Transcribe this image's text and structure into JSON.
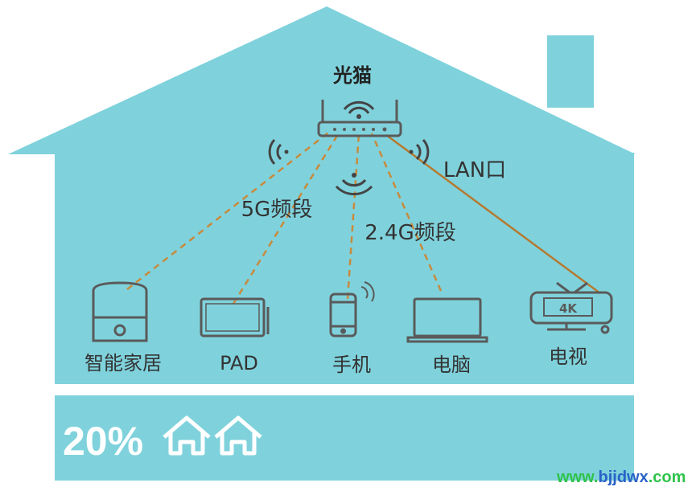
{
  "colors": {
    "house": "#7fd2dc",
    "dash_line": "#c88a3c",
    "solid_line": "#b57a30",
    "icon_stroke": "#5a5a5a",
    "watermark_green": "#2fc34a",
    "watermark_blue": "#2a62c8"
  },
  "router": {
    "label": "光猫",
    "icon": "wifi-router-icon"
  },
  "links": {
    "band_5g": "5G频段",
    "band_24g": "2.4G频段",
    "lan_port": "LAN口"
  },
  "devices": [
    {
      "key": "smart_home",
      "label": "智能家居",
      "icon": "smart-speaker-icon",
      "connection": "wireless"
    },
    {
      "key": "pad",
      "label": "PAD",
      "icon": "tablet-icon",
      "connection": "wireless"
    },
    {
      "key": "phone",
      "label": "手机",
      "icon": "phone-icon",
      "connection": "wireless"
    },
    {
      "key": "computer",
      "label": "电脑",
      "icon": "laptop-icon",
      "connection": "wireless"
    },
    {
      "key": "tv",
      "label": "电视",
      "icon": "tv-icon",
      "connection": "wired",
      "badge": "4K"
    }
  ],
  "footer": {
    "percent": "20%",
    "house_icons": 2
  },
  "watermark": {
    "prefix": "www.",
    "name": "bjjdwx",
    "suffix": ".com"
  }
}
